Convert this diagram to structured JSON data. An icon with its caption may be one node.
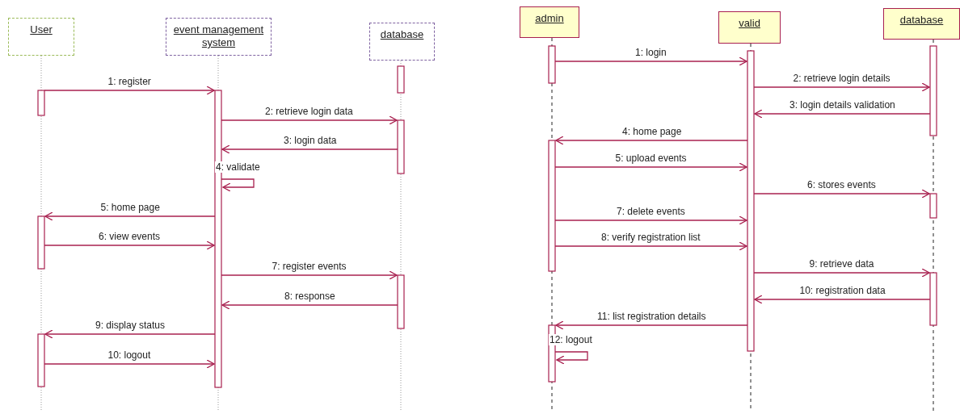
{
  "diagram": {
    "nodes": [
      {
        "text": [
          "User"
        ]
      },
      {
        "text": [
          "event management system"
        ]
      },
      {
        "text": [
          "database"
        ]
      },
      {
        "text": [
          "admin"
        ]
      },
      {
        "text": [
          "valid"
        ]
      },
      {
        "text": [
          "database"
        ]
      }
    ],
    "edges": [
      {
        "from": 0,
        "to": 1,
        "arrow": "to",
        "label": "1: register"
      },
      {
        "from": 1,
        "to": 2,
        "arrow": "to",
        "label": "2: retrieve login data"
      },
      {
        "from": 2,
        "to": 1,
        "arrow": "to",
        "label": "3: login data"
      },
      {
        "from": 1,
        "to": 1,
        "arrow": "to",
        "label": "4: validate"
      },
      {
        "from": 1,
        "to": 0,
        "arrow": "to",
        "label": "5: home page"
      },
      {
        "from": 0,
        "to": 1,
        "arrow": "to",
        "label": "6: view events"
      },
      {
        "from": 1,
        "to": 2,
        "arrow": "to",
        "label": "7: register events"
      },
      {
        "from": 2,
        "to": 1,
        "arrow": "to",
        "label": "8: response"
      },
      {
        "from": 1,
        "to": 0,
        "arrow": "to",
        "label": "9: display status"
      },
      {
        "from": 0,
        "to": 1,
        "arrow": "to",
        "label": "10: logout"
      },
      {
        "from": 3,
        "to": 4,
        "arrow": "to",
        "label": "1: login"
      },
      {
        "from": 4,
        "to": 5,
        "arrow": "to",
        "label": "2: retrieve login details"
      },
      {
        "from": 5,
        "to": 4,
        "arrow": "to",
        "label": "3: login details validation"
      },
      {
        "from": 4,
        "to": 3,
        "arrow": "to",
        "label": "4: home page"
      },
      {
        "from": 3,
        "to": 4,
        "arrow": "to",
        "label": "5: upload events"
      },
      {
        "from": 4,
        "to": 5,
        "arrow": "to",
        "label": "6: stores events"
      },
      {
        "from": 3,
        "to": 4,
        "arrow": "to",
        "label": "7: delete events"
      },
      {
        "from": 3,
        "to": 4,
        "arrow": "to",
        "label": "8: verify registration list"
      },
      {
        "from": 4,
        "to": 5,
        "arrow": "to",
        "label": "9: retrieve data"
      },
      {
        "from": 5,
        "to": 4,
        "arrow": "to",
        "label": "10: registration data"
      },
      {
        "from": 4,
        "to": 3,
        "arrow": "to",
        "label": "11: list registration details"
      },
      {
        "from": 3,
        "to": 3,
        "arrow": "to",
        "label": "12: logout"
      }
    ]
  }
}
